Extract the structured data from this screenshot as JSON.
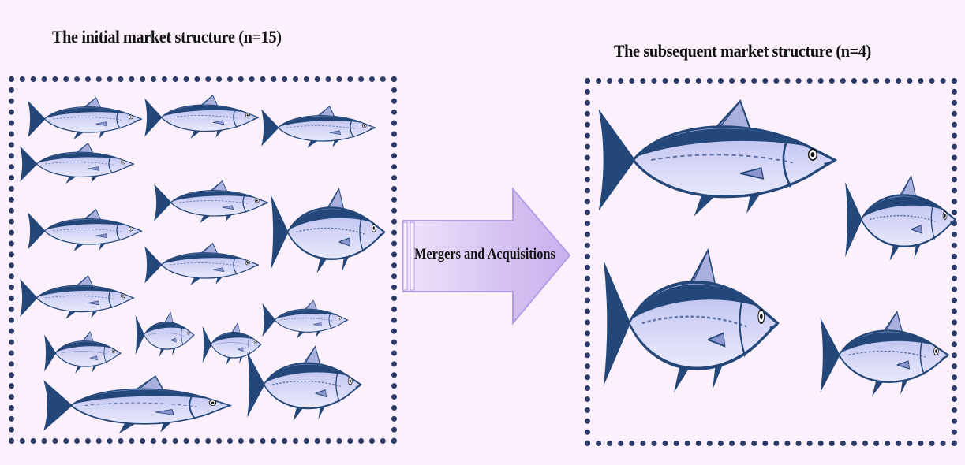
{
  "left_panel": {
    "title": "The initial market structure (n=15)",
    "firm_count": 15
  },
  "right_panel": {
    "title": "The subsequent market structure (n=4)",
    "firm_count": 4
  },
  "transition": {
    "label": "Mergers and Acquisitions"
  },
  "colors": {
    "background": "#fbf0fb",
    "border": "#2b3a66",
    "fish_body": "#c9cbf3",
    "fish_back": "#24477a",
    "arrow": "#d6c2f2"
  }
}
